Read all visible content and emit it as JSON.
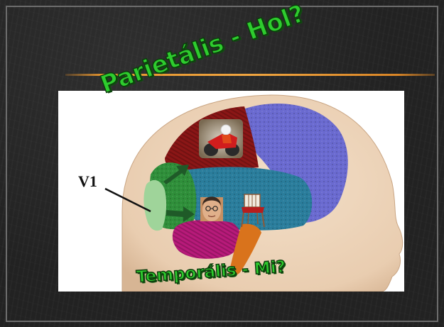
{
  "slide": {
    "title_parietal": "Parietális - Hol?",
    "title_temporal": "Temporális - Mi?",
    "label_v1": "V1"
  },
  "colors": {
    "label_green": "#2ecc2e",
    "divider_orange": "#e6952e",
    "parietal_region": "#8b1616",
    "frontal_region": "#6a6ad0",
    "temporal_region": "#2a7d9c",
    "occipital_region": "#2f8f3a",
    "cerebellum": "#b81a7a",
    "brainstem": "#d9731c"
  }
}
